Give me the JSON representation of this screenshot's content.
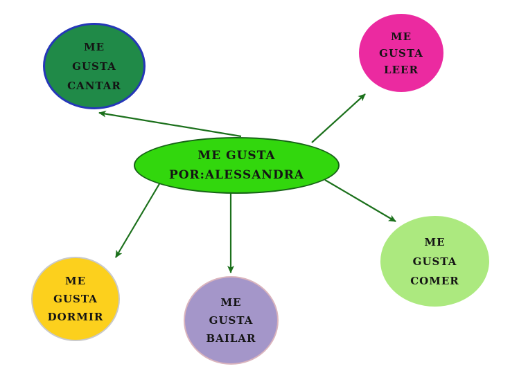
{
  "diagram": {
    "background": "#ffffff",
    "arrow_color": "#1b701b",
    "text_color": "#141414",
    "center": {
      "id": "me-gusta",
      "lines": [
        "ME GUSTA",
        "POR:ALESSANDRA"
      ],
      "fill": "#32d70d",
      "border": "#176317"
    },
    "nodes": [
      {
        "id": "cantar",
        "lines": [
          "ME",
          "GUSTA",
          "CANTAR"
        ],
        "fill": "#208a48",
        "border": "#2537b8"
      },
      {
        "id": "leer",
        "lines": [
          "ME",
          "GUSTA",
          "LEER"
        ],
        "fill": "#eb2aa0",
        "border": "#eb2aa0"
      },
      {
        "id": "comer",
        "lines": [
          "ME",
          "GUSTA",
          "COMER"
        ],
        "fill": "#ace97f",
        "border": "#ace97f"
      },
      {
        "id": "dormir",
        "lines": [
          "ME",
          "GUSTA",
          "DORMIR"
        ],
        "fill": "#fcd01d",
        "border": "#c9c9c9"
      },
      {
        "id": "bailar",
        "lines": [
          "ME",
          "GUSTA",
          "BAILAR"
        ],
        "fill": "#a496c9",
        "border": "#dab4bd"
      }
    ]
  }
}
